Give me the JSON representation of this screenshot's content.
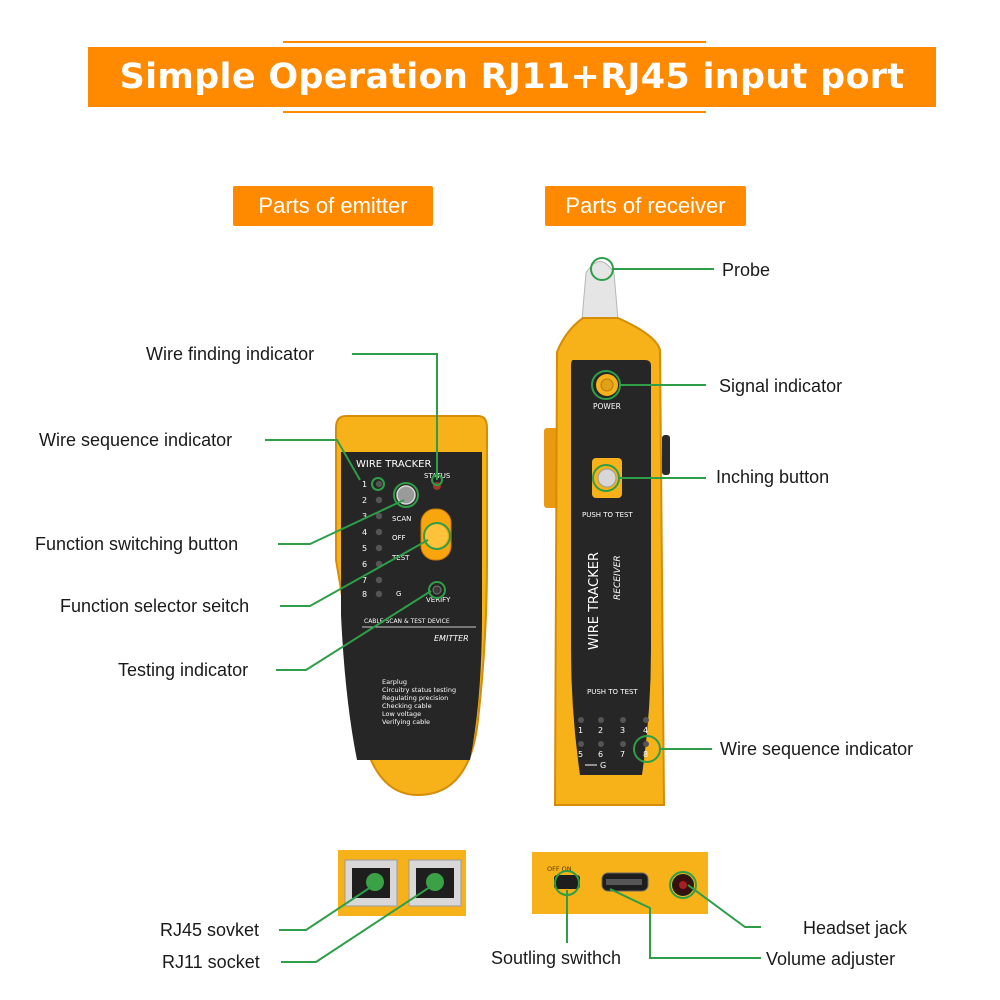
{
  "banner": {
    "title": "Simple Operation RJ11+RJ45 input port"
  },
  "sections": {
    "emitter": "Parts of emitter",
    "receiver": "Parts of receiver"
  },
  "emitter_labels": {
    "wire_finding": "Wire finding indicator",
    "wire_sequence": "Wire sequence indicator",
    "function_switching": "Function switching button",
    "function_selector": "Function selector seitch",
    "testing": "Testing indicator"
  },
  "receiver_labels": {
    "probe": "Probe",
    "signal": "Signal indicator",
    "inching": "Inching button",
    "wire_sequence": "Wire sequence indicator"
  },
  "bottom_labels": {
    "rj45": "RJ45 sovket",
    "rj11": "RJ11 socket",
    "switch": "Soutling swithch",
    "headset": "Headset jack",
    "volume": "Volume adjuster"
  },
  "emitter_device": {
    "brand": "WIRE TRACKER",
    "status": "STATUS",
    "nums": [
      "1",
      "2",
      "3",
      "4",
      "5",
      "6",
      "7",
      "8"
    ],
    "ground": "G",
    "scan": "SCAN",
    "off": "OFF",
    "test": "TEST",
    "verify": "VERIFY",
    "cable_text": "CABLE SCAN & TEST DEVICE",
    "model": "EMITTER",
    "functions": [
      "Earplug",
      "Circuitry status testing",
      "Regulating precision",
      "Checking cable",
      "Low voltage",
      "Verifying cable"
    ]
  },
  "receiver_device": {
    "power": "POWER",
    "push_to_test": "PUSH TO TEST",
    "brand": "WIRE TRACKER",
    "model": "RECEIVER",
    "push_to_test_2": "PUSH TO TEST",
    "nums_top": [
      "1",
      "2",
      "3",
      "4"
    ],
    "nums_bottom": [
      "5",
      "6",
      "7",
      "8"
    ],
    "ground": "G"
  },
  "bottom_device": {
    "off_on": "OFF  ON"
  },
  "colors": {
    "accent": "#ff8a00",
    "device_yellow": "#f7b21a",
    "panel": "#262626",
    "leader": "#2e9e48",
    "led_green": "#3fb94e"
  }
}
